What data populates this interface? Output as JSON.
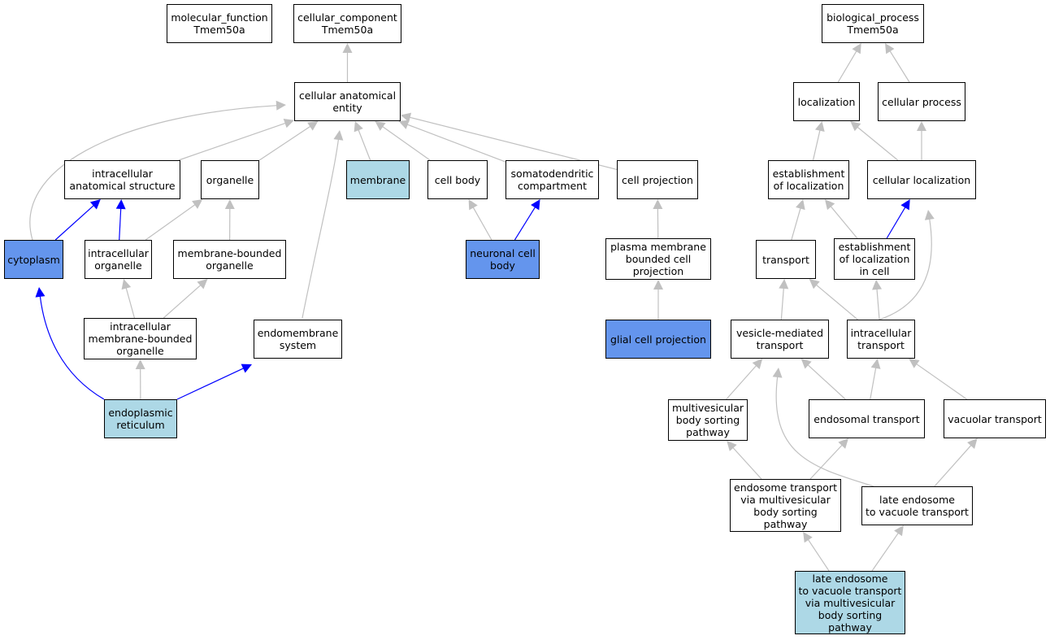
{
  "colors": {
    "default_fill": "#ffffff",
    "annotated_fill": "#add8e6",
    "highlight_fill": "#6495ed",
    "is_a_edge": "#c0c0c0",
    "path_edge": "#0000ff",
    "border": "#000000"
  },
  "nodes": [
    {
      "id": "mf_root",
      "lines": [
        "molecular_function",
        "Tmem50a"
      ],
      "fill": "default"
    },
    {
      "id": "cc_root",
      "lines": [
        "cellular_component",
        "Tmem50a"
      ],
      "fill": "default"
    },
    {
      "id": "bp_root",
      "lines": [
        "biological_process",
        "Tmem50a"
      ],
      "fill": "default"
    },
    {
      "id": "cae",
      "lines": [
        "cellular anatomical",
        "entity"
      ],
      "fill": "default"
    },
    {
      "id": "localization",
      "lines": [
        "localization"
      ],
      "fill": "default"
    },
    {
      "id": "cellular_process",
      "lines": [
        "cellular process"
      ],
      "fill": "default"
    },
    {
      "id": "ias",
      "lines": [
        "intracellular",
        "anatomical structure"
      ],
      "fill": "default"
    },
    {
      "id": "organelle",
      "lines": [
        "organelle"
      ],
      "fill": "default"
    },
    {
      "id": "membrane",
      "lines": [
        "membrane"
      ],
      "fill": "annotated"
    },
    {
      "id": "cell_body",
      "lines": [
        "cell body"
      ],
      "fill": "default"
    },
    {
      "id": "somato",
      "lines": [
        "somatodendritic",
        "compartment"
      ],
      "fill": "default"
    },
    {
      "id": "cell_projection",
      "lines": [
        "cell projection"
      ],
      "fill": "default"
    },
    {
      "id": "est_loc",
      "lines": [
        "establishment",
        "of localization"
      ],
      "fill": "default"
    },
    {
      "id": "cell_loc",
      "lines": [
        "cellular localization"
      ],
      "fill": "default"
    },
    {
      "id": "cytoplasm",
      "lines": [
        "cytoplasm"
      ],
      "fill": "highlight"
    },
    {
      "id": "ic_org",
      "lines": [
        "intracellular",
        "organelle"
      ],
      "fill": "default"
    },
    {
      "id": "mb_org",
      "lines": [
        "membrane-bounded",
        "organelle"
      ],
      "fill": "default"
    },
    {
      "id": "ncb",
      "lines": [
        "neuronal cell",
        "body"
      ],
      "fill": "highlight"
    },
    {
      "id": "pmbcp",
      "lines": [
        "plasma membrane",
        "bounded cell",
        "projection"
      ],
      "fill": "default"
    },
    {
      "id": "transport",
      "lines": [
        "transport"
      ],
      "fill": "default"
    },
    {
      "id": "est_loc_cell",
      "lines": [
        "establishment",
        "of localization",
        "in cell"
      ],
      "fill": "default"
    },
    {
      "id": "imbo",
      "lines": [
        "intracellular",
        "membrane-bounded",
        "organelle"
      ],
      "fill": "default"
    },
    {
      "id": "endomembrane",
      "lines": [
        "endomembrane",
        "system"
      ],
      "fill": "default"
    },
    {
      "id": "glial",
      "lines": [
        "glial cell projection"
      ],
      "fill": "highlight"
    },
    {
      "id": "vesicle",
      "lines": [
        "vesicle-mediated",
        "transport"
      ],
      "fill": "default"
    },
    {
      "id": "ic_transport",
      "lines": [
        "intracellular",
        "transport"
      ],
      "fill": "default"
    },
    {
      "id": "er",
      "lines": [
        "endoplasmic",
        "reticulum"
      ],
      "fill": "annotated"
    },
    {
      "id": "mvb",
      "lines": [
        "multivesicular",
        "body sorting",
        "pathway"
      ],
      "fill": "default"
    },
    {
      "id": "endosomal",
      "lines": [
        "endosomal transport"
      ],
      "fill": "default"
    },
    {
      "id": "vacuolar",
      "lines": [
        "vacuolar transport"
      ],
      "fill": "default"
    },
    {
      "id": "endo_mvb",
      "lines": [
        "endosome transport",
        "via multivesicular",
        "body sorting",
        "pathway"
      ],
      "fill": "default"
    },
    {
      "id": "late_endo",
      "lines": [
        "late endosome",
        "to vacuole transport"
      ],
      "fill": "default"
    },
    {
      "id": "late_endo_mvb",
      "lines": [
        "late endosome",
        "to vacuole transport",
        "via multivesicular",
        "body sorting",
        "pathway"
      ],
      "fill": "annotated"
    }
  ],
  "edges": [
    {
      "from": "cae",
      "to": "cc_root",
      "kind": "is_a"
    },
    {
      "from": "localization",
      "to": "bp_root",
      "kind": "is_a"
    },
    {
      "from": "cellular_process",
      "to": "bp_root",
      "kind": "is_a"
    },
    {
      "from": "ias",
      "to": "cae",
      "kind": "is_a"
    },
    {
      "from": "organelle",
      "to": "cae",
      "kind": "is_a"
    },
    {
      "from": "membrane",
      "to": "cae",
      "kind": "is_a"
    },
    {
      "from": "cell_body",
      "to": "cae",
      "kind": "is_a"
    },
    {
      "from": "somato",
      "to": "cae",
      "kind": "is_a"
    },
    {
      "from": "cell_projection",
      "to": "cae",
      "kind": "is_a"
    },
    {
      "from": "cytoplasm",
      "to": "cae",
      "kind": "is_a"
    },
    {
      "from": "endomembrane",
      "to": "cae",
      "kind": "is_a"
    },
    {
      "from": "est_loc",
      "to": "localization",
      "kind": "is_a"
    },
    {
      "from": "cell_loc",
      "to": "localization",
      "kind": "is_a"
    },
    {
      "from": "cell_loc",
      "to": "cellular_process",
      "kind": "is_a"
    },
    {
      "from": "cytoplasm",
      "to": "ias",
      "kind": "path"
    },
    {
      "from": "ic_org",
      "to": "ias",
      "kind": "path"
    },
    {
      "from": "ic_org",
      "to": "organelle",
      "kind": "is_a"
    },
    {
      "from": "mb_org",
      "to": "organelle",
      "kind": "is_a"
    },
    {
      "from": "ncb",
      "to": "cell_body",
      "kind": "is_a"
    },
    {
      "from": "ncb",
      "to": "somato",
      "kind": "path"
    },
    {
      "from": "pmbcp",
      "to": "cell_projection",
      "kind": "is_a"
    },
    {
      "from": "transport",
      "to": "est_loc",
      "kind": "is_a"
    },
    {
      "from": "est_loc_cell",
      "to": "est_loc",
      "kind": "is_a"
    },
    {
      "from": "est_loc_cell",
      "to": "cell_loc",
      "kind": "path"
    },
    {
      "from": "ic_transport",
      "to": "cell_loc",
      "kind": "is_a"
    },
    {
      "from": "imbo",
      "to": "ic_org",
      "kind": "is_a"
    },
    {
      "from": "imbo",
      "to": "mb_org",
      "kind": "is_a"
    },
    {
      "from": "glial",
      "to": "pmbcp",
      "kind": "is_a"
    },
    {
      "from": "vesicle",
      "to": "transport",
      "kind": "is_a"
    },
    {
      "from": "ic_transport",
      "to": "transport",
      "kind": "is_a"
    },
    {
      "from": "ic_transport",
      "to": "est_loc_cell",
      "kind": "is_a"
    },
    {
      "from": "er",
      "to": "cytoplasm",
      "kind": "path"
    },
    {
      "from": "er",
      "to": "imbo",
      "kind": "is_a"
    },
    {
      "from": "er",
      "to": "endomembrane",
      "kind": "path"
    },
    {
      "from": "mvb",
      "to": "vesicle",
      "kind": "is_a"
    },
    {
      "from": "endosomal",
      "to": "vesicle",
      "kind": "is_a"
    },
    {
      "from": "endosomal",
      "to": "ic_transport",
      "kind": "is_a"
    },
    {
      "from": "vacuolar",
      "to": "ic_transport",
      "kind": "is_a"
    },
    {
      "from": "endo_mvb",
      "to": "mvb",
      "kind": "is_a"
    },
    {
      "from": "endo_mvb",
      "to": "endosomal",
      "kind": "is_a"
    },
    {
      "from": "late_endo",
      "to": "vesicle",
      "kind": "is_a"
    },
    {
      "from": "late_endo",
      "to": "vacuolar",
      "kind": "is_a"
    },
    {
      "from": "late_endo_mvb",
      "to": "endo_mvb",
      "kind": "is_a"
    },
    {
      "from": "late_endo_mvb",
      "to": "late_endo",
      "kind": "is_a"
    }
  ]
}
